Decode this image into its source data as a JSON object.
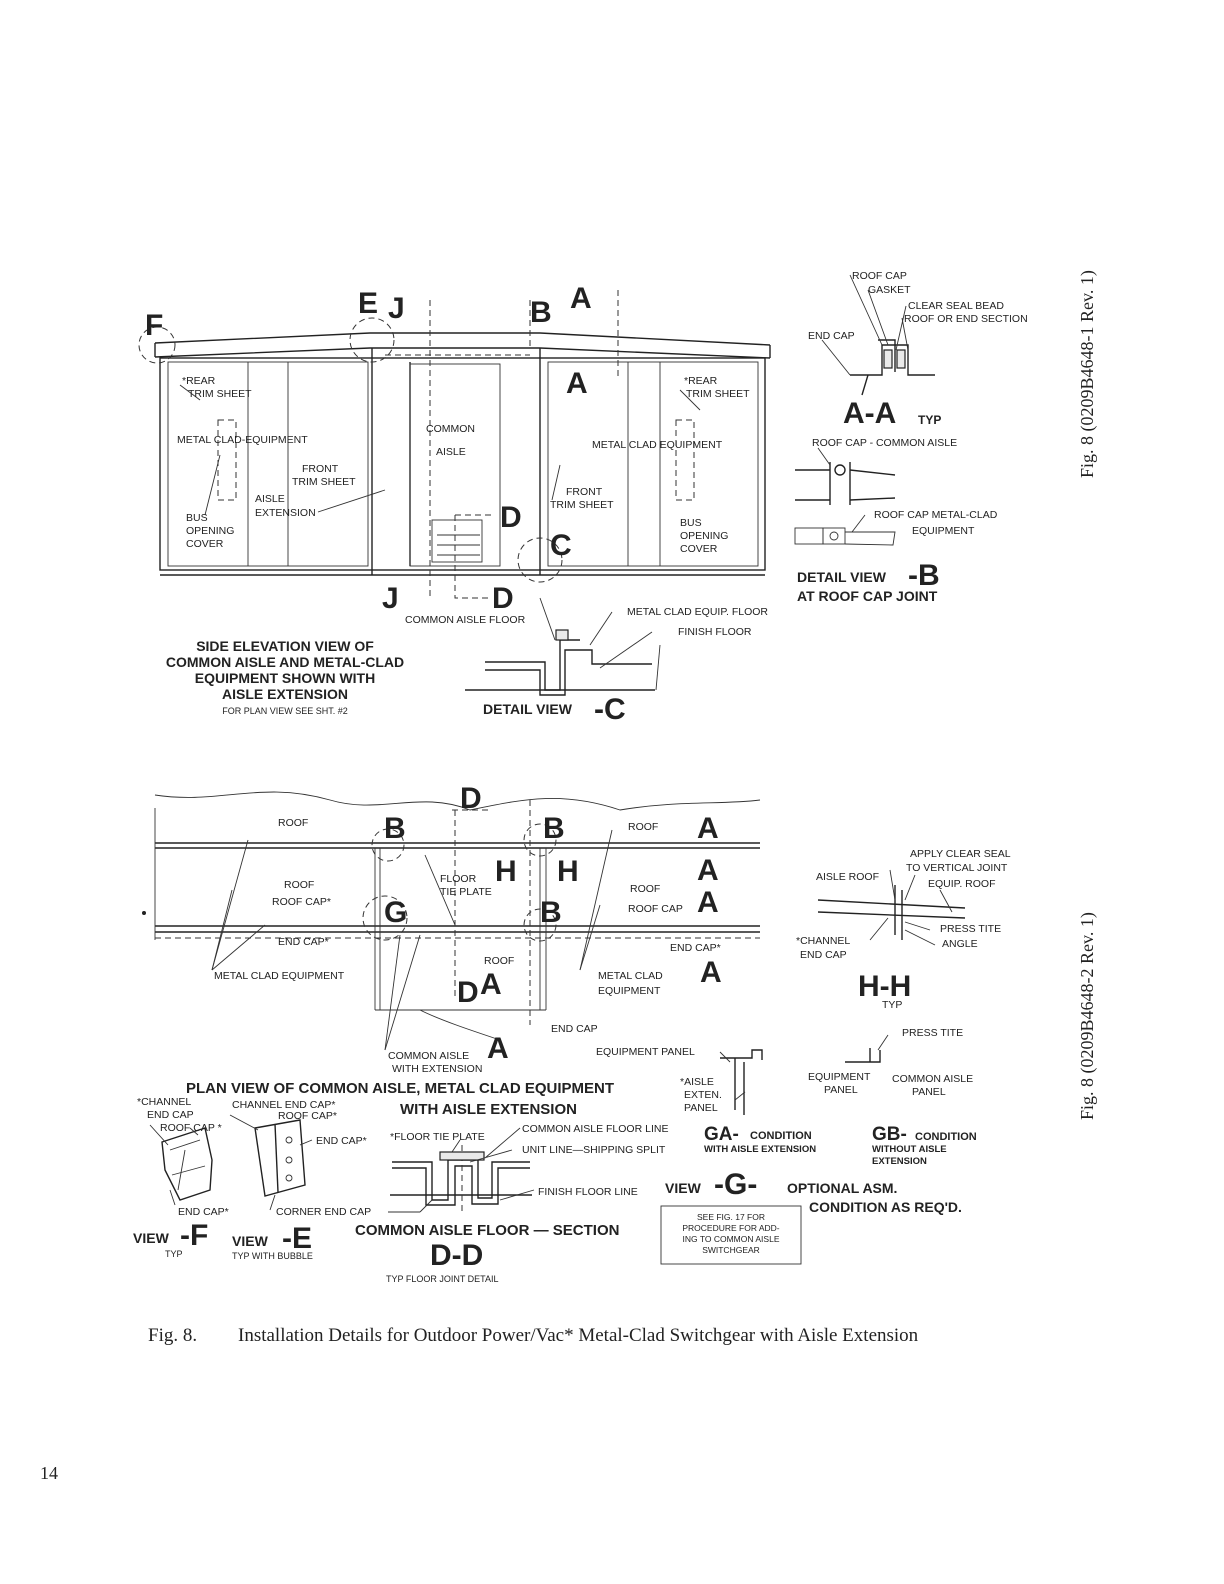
{
  "side_labels": {
    "sheet1": "Fig. 8 (0209B4648-1 Rev. 1)",
    "sheet2": "Fig. 8 (0209B4648-2 Rev. 1)"
  },
  "caption": {
    "number": "Fig. 8.",
    "text": "Installation Details for Outdoor Power/Vac* Metal-Clad Switchgear with Aisle Extension"
  },
  "page_number": "14",
  "elevation": {
    "callouts": {
      "F": "F",
      "E": "E",
      "J": "J",
      "B": "B",
      "A": "A",
      "D": "D",
      "C": "C"
    },
    "rear_trim_left": [
      "*REAR",
      "TRIM SHEET"
    ],
    "metal_clad_left": "METAL CLAD-EQUIPMENT",
    "front_trim_left": [
      "FRONT",
      "TRIM SHEET"
    ],
    "aisle_ext": [
      "AISLE",
      "EXTENSION"
    ],
    "bus_left": [
      "BUS",
      "OPENING",
      "COVER"
    ],
    "common_aisle": [
      "COMMON",
      "AISLE"
    ],
    "rear_trim_right": [
      "*REAR",
      "TRIM SHEET"
    ],
    "metal_clad_right": "METAL CLAD EQUIPMENT",
    "front_trim_right": [
      "FRONT",
      "TRIM SHEET"
    ],
    "bus_right": [
      "BUS",
      "OPENING",
      "COVER"
    ],
    "common_aisle_floor": "COMMON AISLE FLOOR",
    "title": [
      "SIDE ELEVATION VIEW OF",
      "COMMON AISLE AND METAL-CLAD",
      "EQUIPMENT SHOWN WITH",
      "AISLE EXTENSION"
    ],
    "subtitle": "FOR PLAN VIEW SEE SHT. #2"
  },
  "detail_aa": {
    "roof_cap": "ROOF CAP",
    "gasket": "GASKET",
    "clear_seal": "CLEAR SEAL BEAD",
    "roof_or_end": "ROOF OR END SECTION",
    "end_cap": "END CAP",
    "title": "A-A",
    "typ": "TYP"
  },
  "detail_b": {
    "roof_cap_aisle": "ROOF CAP - COMMON AISLE",
    "roof_cap_mc": [
      "ROOF CAP METAL-CLAD",
      "EQUIPMENT"
    ],
    "title_a": "DETAIL VIEW",
    "title_b": "-B",
    "subtitle": "AT ROOF CAP JOINT"
  },
  "detail_c": {
    "mc_floor": "METAL CLAD EQUIP. FLOOR",
    "finish_floor": "FINISH FLOOR",
    "title_a": "DETAIL VIEW",
    "title_b": "-C"
  },
  "plan": {
    "roof_1": "ROOF",
    "roof_2": "ROOF",
    "roof_cap": "ROOF CAP*",
    "end_cap": "END CAP*",
    "mce_left": "METAL CLAD EQUIPMENT",
    "roof_3": "ROOF",
    "floor_tie": [
      "FLOOR",
      "TIE PLATE"
    ],
    "roof_4": "ROOF",
    "roof_5": "ROOF",
    "roof_cap_r": "ROOF CAP",
    "end_cap_r": "END CAP*",
    "mce_right": [
      "METAL CLAD",
      "EQUIPMENT"
    ],
    "end_cap_b": "END CAP",
    "common_aisle_ext": [
      "COMMON AISLE",
      "WITH EXTENSION"
    ],
    "title": [
      "PLAN VIEW OF COMMON AISLE, METAL CLAD EQUIPMENT",
      "WITH AISLE EXTENSION"
    ],
    "callouts": {
      "D": "D",
      "B": "B",
      "H": "H",
      "A": "A",
      "G": "G"
    }
  },
  "detail_hh": {
    "apply_seal": [
      "APPLY CLEAR SEAL",
      "TO VERTICAL JOINT",
      "EQUIP. ROOF"
    ],
    "aisle_roof": "AISLE ROOF",
    "channel_end": [
      "*CHANNEL",
      "END CAP"
    ],
    "press_tite": [
      "PRESS TITE",
      "ANGLE"
    ],
    "title": "H-H",
    "typ": "TYP"
  },
  "detail_g": {
    "press_tite": "PRESS TITE",
    "equip_panel": "EQUIPMENT PANEL",
    "aisle_ext_panel": [
      "*AISLE",
      "EXTEN.",
      "PANEL"
    ],
    "eq_panel_b": [
      "EQUIPMENT",
      "PANEL"
    ],
    "common_aisle_panel": [
      "COMMON AISLE",
      "PANEL"
    ],
    "ga_a": "GA-",
    "ga_b": "CONDITION",
    "ga_c": "WITH AISLE EXTENSION",
    "gb_a": "GB-",
    "gb_b": "CONDITION",
    "gb_c": [
      "WITHOUT AISLE",
      "EXTENSION"
    ],
    "title_a": "VIEW",
    "title_b": "-G-",
    "title_c": "OPTIONAL ASM.",
    "title_d": "CONDITION AS REQ'D.",
    "note": [
      "SEE FIG. 17 FOR",
      "PROCEDURE FOR ADD-",
      "ING TO COMMON AISLE",
      "SWITCHGEAR"
    ]
  },
  "view_f": {
    "channel": [
      "*CHANNEL",
      "END CAP"
    ],
    "roof_cap": "ROOF CAP *",
    "end_cap": "END CAP*",
    "title_a": "VIEW",
    "title_b": "-F",
    "typ": "TYP"
  },
  "view_e": {
    "channel": "CHANNEL END CAP*",
    "roof_cap": "ROOF CAP*",
    "end_cap": "END CAP*",
    "corner": "CORNER END CAP",
    "title_a": "VIEW",
    "title_b": "-E",
    "typ": "TYP WITH BUBBLE"
  },
  "detail_dd": {
    "floor_tie": "*FLOOR TIE PLATE",
    "aisle_floor_line": "COMMON AISLE FLOOR LINE",
    "unit_line": "UNIT LINE—SHIPPING SPLIT",
    "finish_floor": "FINISH FLOOR LINE",
    "title": "COMMON AISLE FLOOR — SECTION",
    "dd": "D-D",
    "typ": "TYP FLOOR JOINT DETAIL"
  }
}
